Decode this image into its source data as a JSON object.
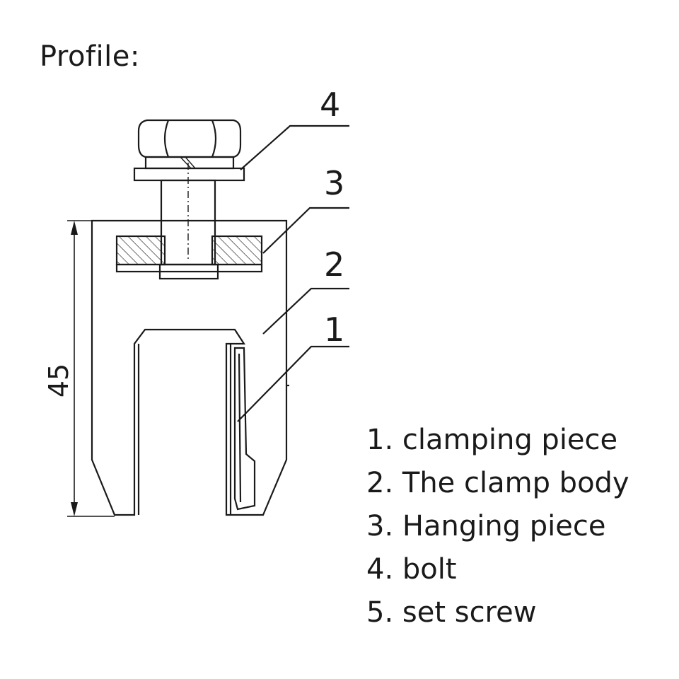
{
  "heading": "Profile:",
  "callouts": [
    "1",
    "2",
    "3",
    "4"
  ],
  "dimension": "45",
  "legend": [
    "1. clamping piece",
    "2. The clamp body",
    "3. Hanging piece",
    "4. bolt",
    "5. set screw"
  ],
  "colors": {
    "line": "#1a1a1a",
    "background": "#ffffff"
  }
}
